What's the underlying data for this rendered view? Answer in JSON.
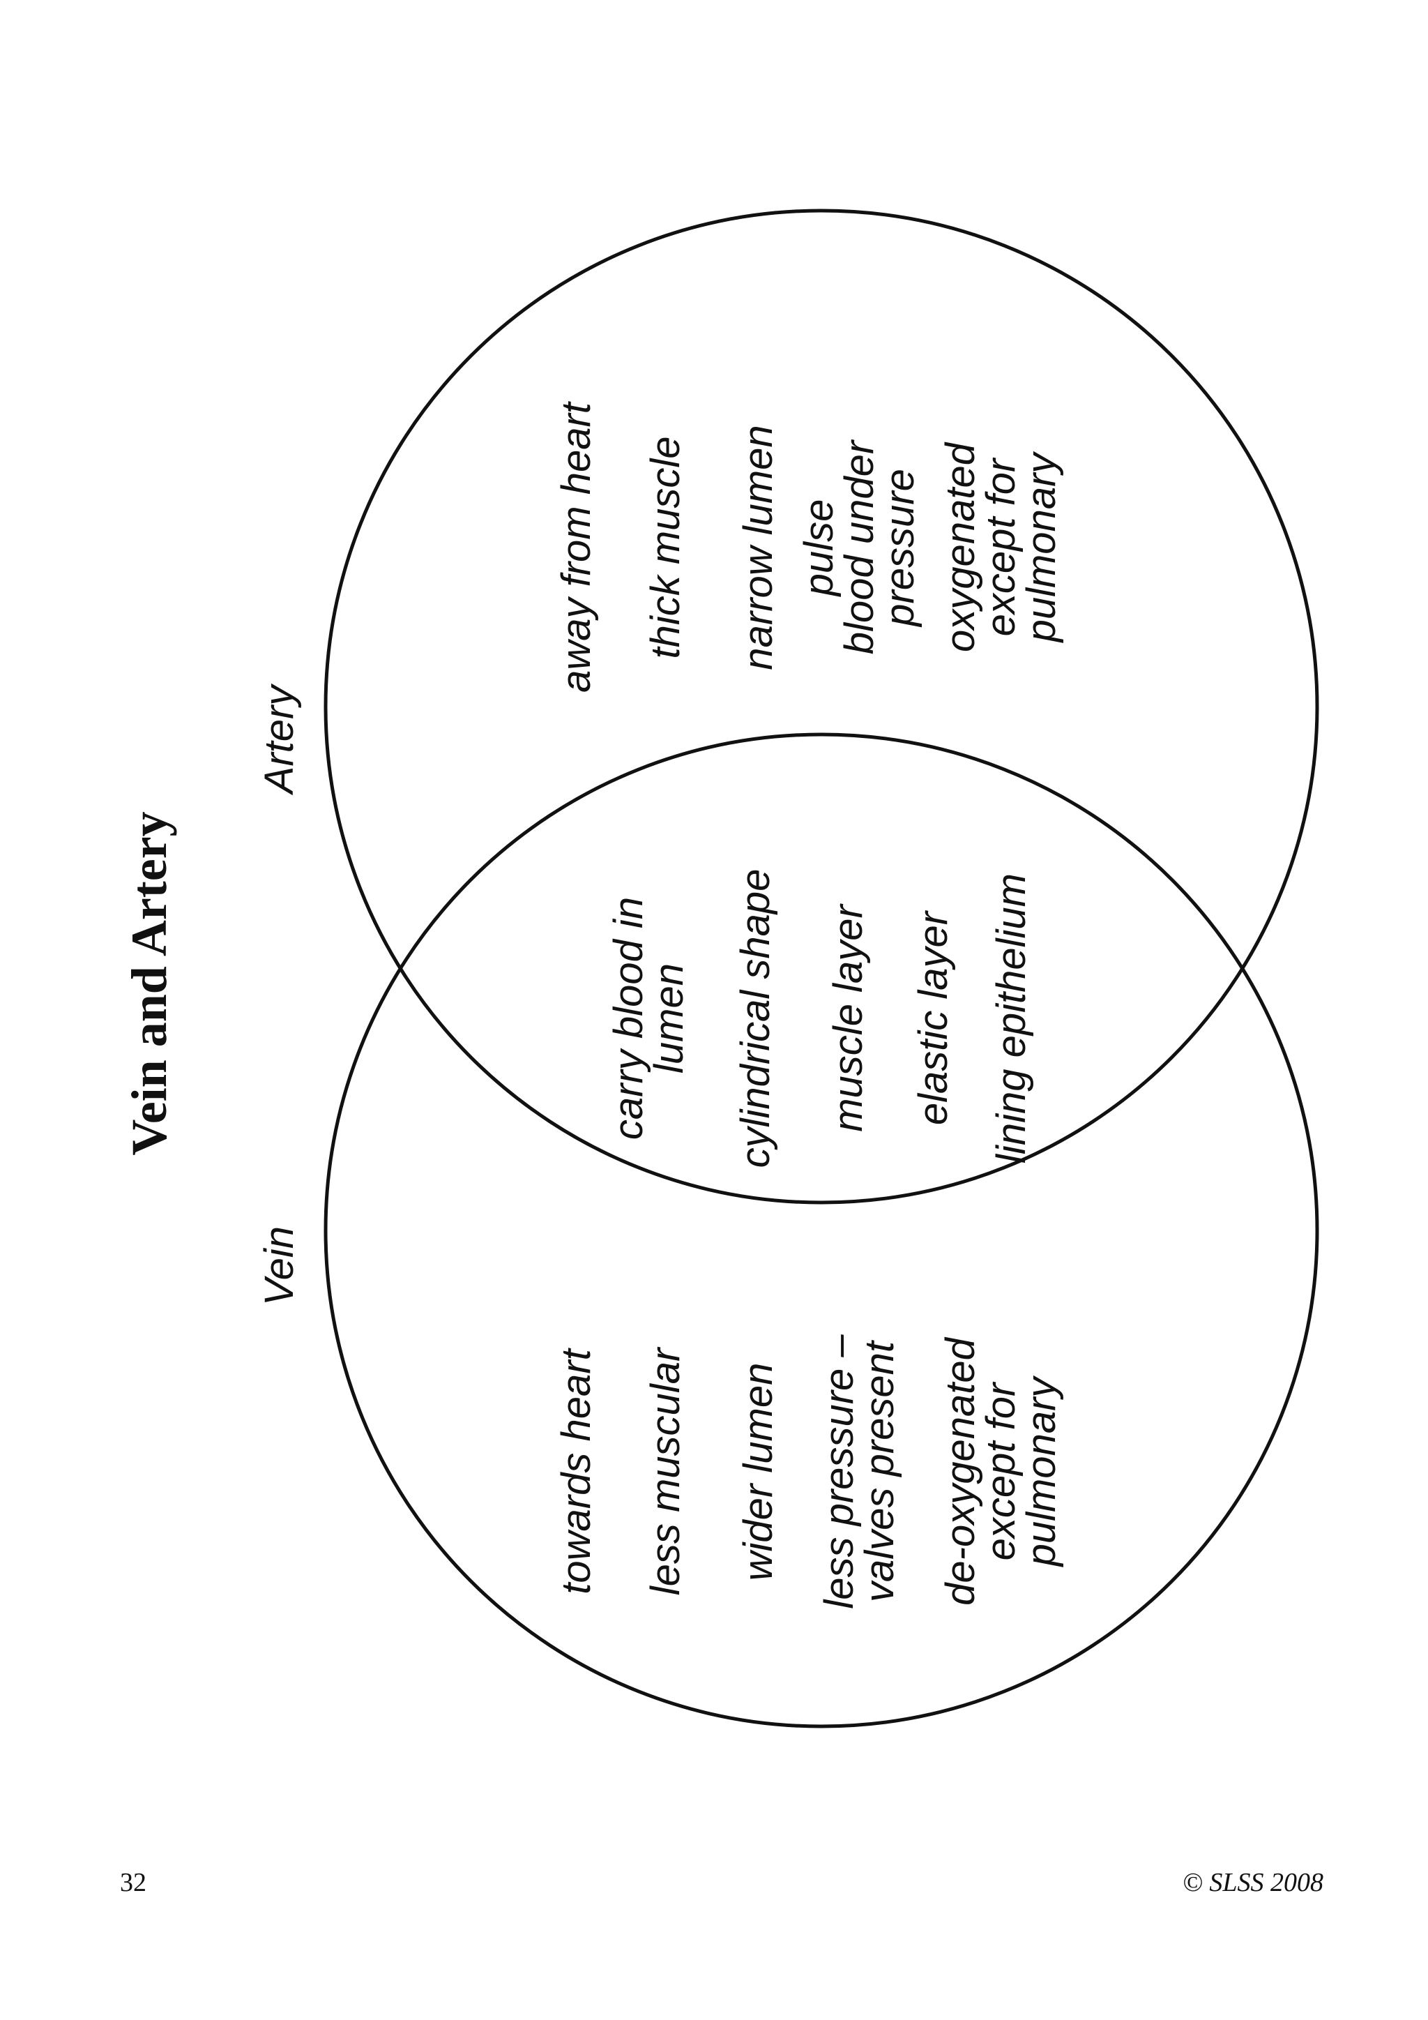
{
  "page": {
    "title": "Vein and Artery",
    "page_number": "32",
    "copyright": "© SLSS 2008"
  },
  "venn": {
    "artery": {
      "label": "Artery",
      "items": [
        [
          "away from heart"
        ],
        [
          "thick muscle"
        ],
        [
          "narrow lumen"
        ],
        [
          "pulse",
          "blood under",
          "pressure"
        ],
        [
          "oxygenated",
          "except for",
          "pulmonary"
        ]
      ]
    },
    "vein": {
      "label": "Vein",
      "items": [
        [
          "towards heart"
        ],
        [
          "less muscular"
        ],
        [
          "wider lumen"
        ],
        [
          "less pressure –",
          "valves present"
        ],
        [
          "de-oxygenated",
          "except for",
          "pulmonary"
        ]
      ]
    },
    "both": {
      "items": [
        [
          "carry blood in",
          "lumen"
        ],
        [
          "cylindrical shape"
        ],
        [
          "muscle layer"
        ],
        [
          "elastic layer"
        ],
        [
          "lining epithelium"
        ]
      ]
    }
  }
}
